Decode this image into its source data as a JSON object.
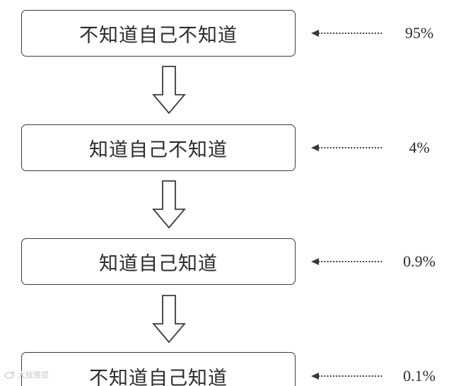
{
  "levels": [
    {
      "label": "不知道自己不知道",
      "percent": "95%"
    },
    {
      "label": "知道自己不知道",
      "percent": "4%"
    },
    {
      "label": "知道自己知道",
      "percent": "0.9%"
    },
    {
      "label": "不知道自己知道",
      "percent": "0.1%"
    }
  ],
  "watermark": {
    "text": "大敌搭提"
  },
  "colors": {
    "stroke": "#3a3a3a",
    "text": "#2b2b2b",
    "background": "#ffffff"
  },
  "icons": {
    "down_arrow": "outlined-down-arrow-icon",
    "pointer": "dotted-left-arrow-icon"
  }
}
